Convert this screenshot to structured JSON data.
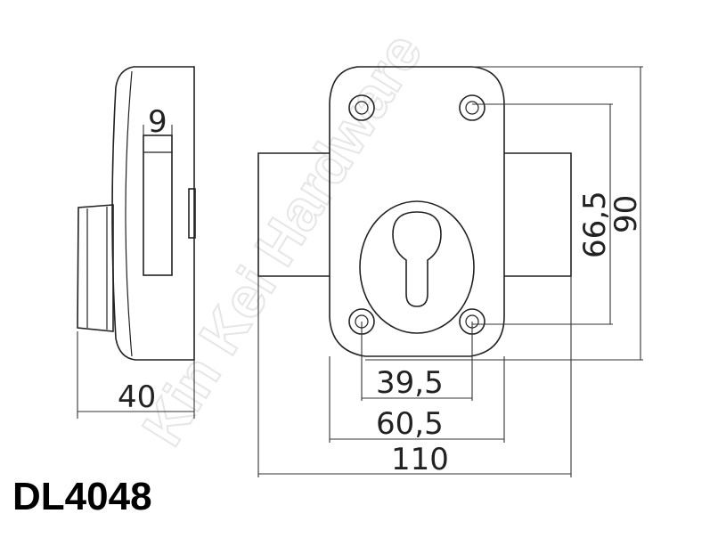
{
  "watermark": "Kin Kei Hardware",
  "model_code": "DL4048",
  "dimensions": {
    "slot_width": "9",
    "depth": "40",
    "hole_spacing_horizontal": "39,5",
    "plate_width": "60,5",
    "overall_width": "110",
    "hole_spacing_vertical": "66,5",
    "plate_height": "90"
  },
  "colors": {
    "line": "#222222",
    "watermark": "#e6e6e6",
    "background": "#ffffff"
  }
}
